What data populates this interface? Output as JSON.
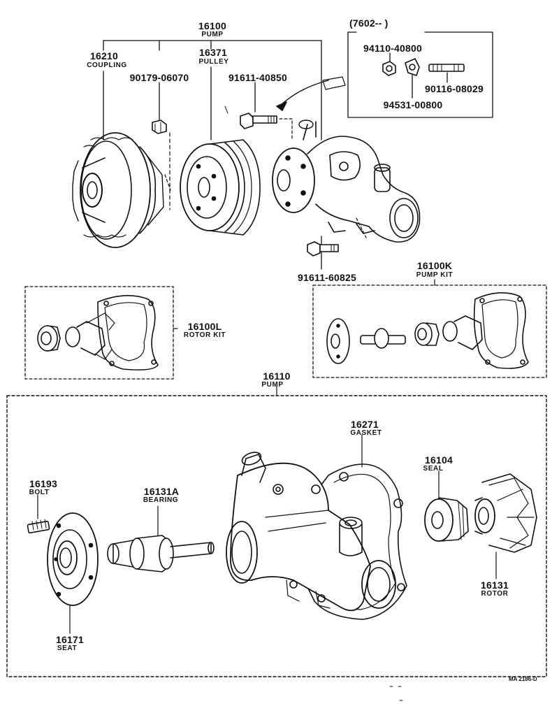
{
  "diagram": {
    "labels": {
      "pump_assy_no": "16100",
      "pump_assy_name": "PUMP",
      "coupling_no": "16210",
      "coupling_name": "COUPLING",
      "nut_no": "90179-06070",
      "pulley_no": "16371",
      "pulley_name": "PULLEY",
      "bolt_top_no": "91611-40850",
      "serial_range": "(7602--          )",
      "nut_inset_no": "94110-40800",
      "stud_no": "90116-08029",
      "washer_no": "94531-00800",
      "bolt_bottom_no": "91611-60825",
      "rotor_kit_no": "16100L",
      "rotor_kit_name": "ROTOR KIT",
      "pump_kit_no": "16100K",
      "pump_kit_name": "PUMP KIT",
      "pump_sub_no": "16110",
      "pump_sub_name": "PUMP",
      "gasket_no": "16271",
      "gasket_name": "GASKET",
      "bolt_seat_no": "16193",
      "bolt_seat_name": "BOLT",
      "bearing_no": "16131A",
      "bearing_name": "BEARING",
      "seal_no": "16104",
      "seal_name": "SEAL",
      "seat_no": "16171",
      "seat_name": "SEAT",
      "rotor_no": "16131",
      "rotor_name": "ROTOR",
      "drawing_ref": "MA 2186-D"
    }
  }
}
